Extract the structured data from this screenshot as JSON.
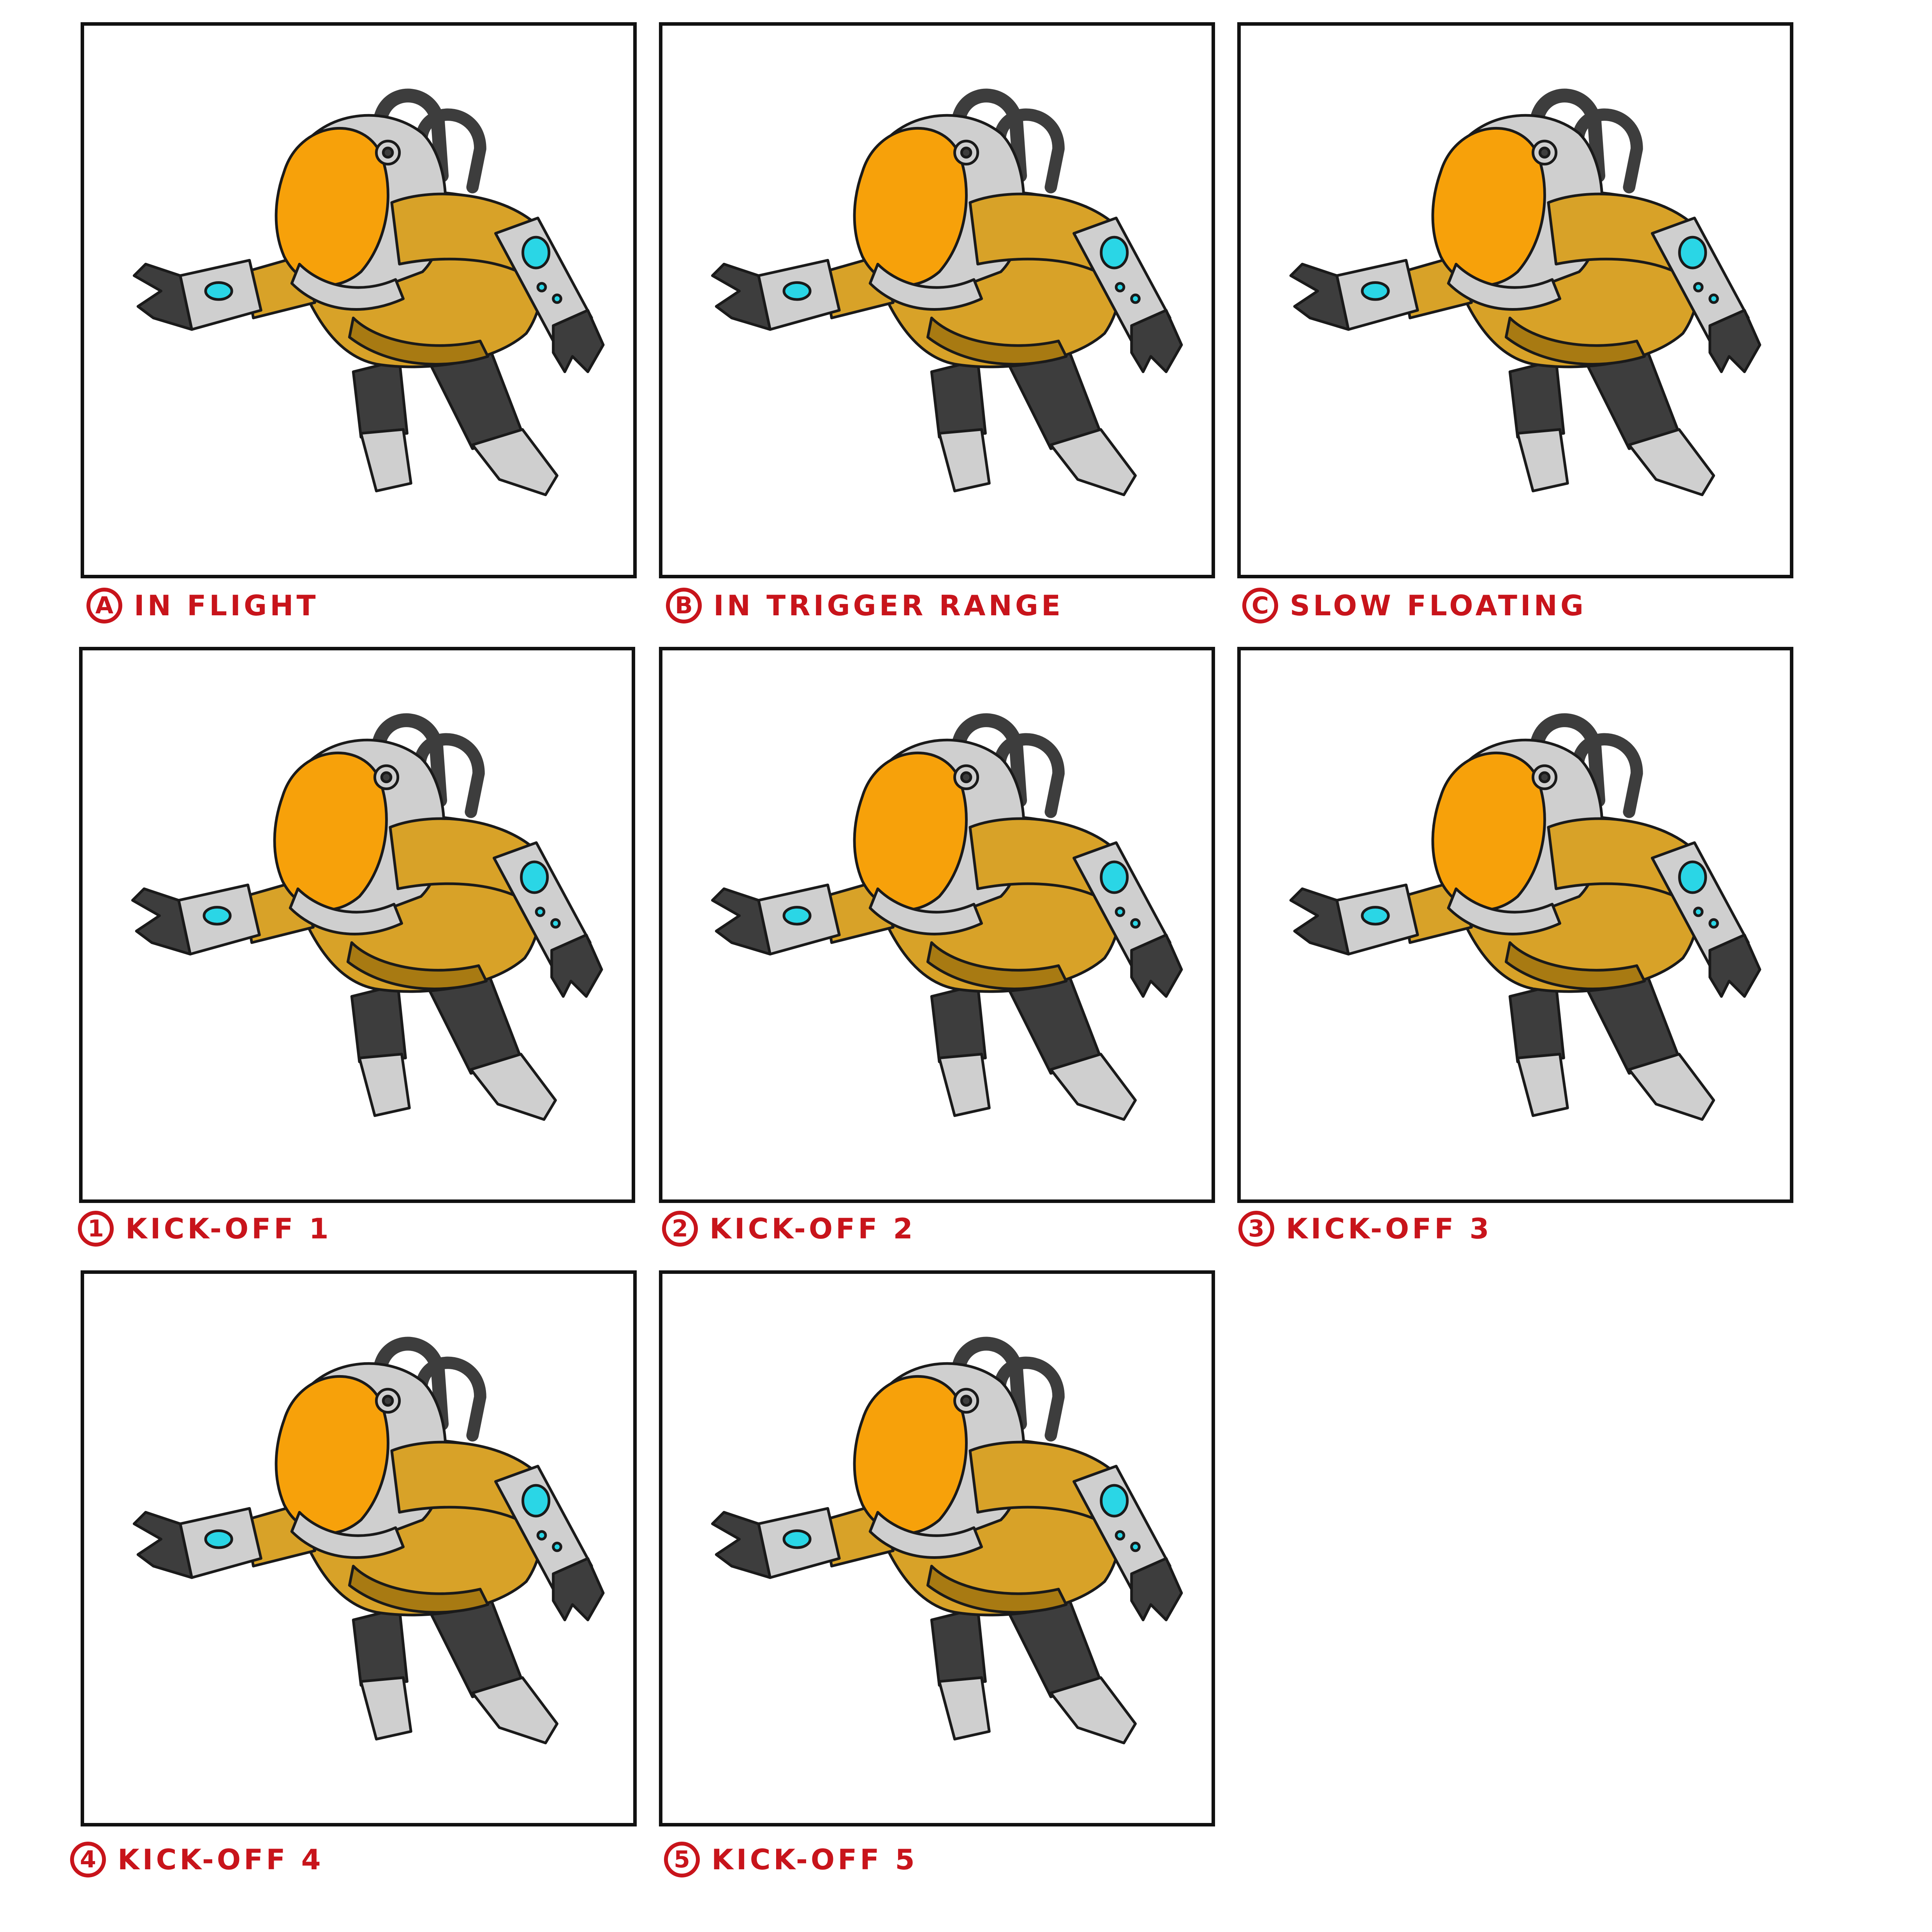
{
  "colors": {
    "caption_red": "#c8141b",
    "visor": "#f7a10a",
    "suit_yellow": "#d8a228",
    "suit_shadow": "#a87a12",
    "armor_gray": "#cfcfcf",
    "rubber_dark": "#3d3d3d",
    "glow_cyan": "#2ad6e6",
    "outline": "#1a1a1a"
  },
  "frames": [
    {
      "badge": "A",
      "label": "In Flight"
    },
    {
      "badge": "B",
      "label": "In Trigger Range"
    },
    {
      "badge": "C",
      "label": "Slow Floating"
    },
    {
      "badge": "1",
      "label": "Kick-Off 1"
    },
    {
      "badge": "2",
      "label": "Kick-Off 2"
    },
    {
      "badge": "3",
      "label": "Kick-Off 3"
    },
    {
      "badge": "4",
      "label": "Kick-Off 4"
    },
    {
      "badge": "5",
      "label": "Kick-Off 5"
    }
  ]
}
